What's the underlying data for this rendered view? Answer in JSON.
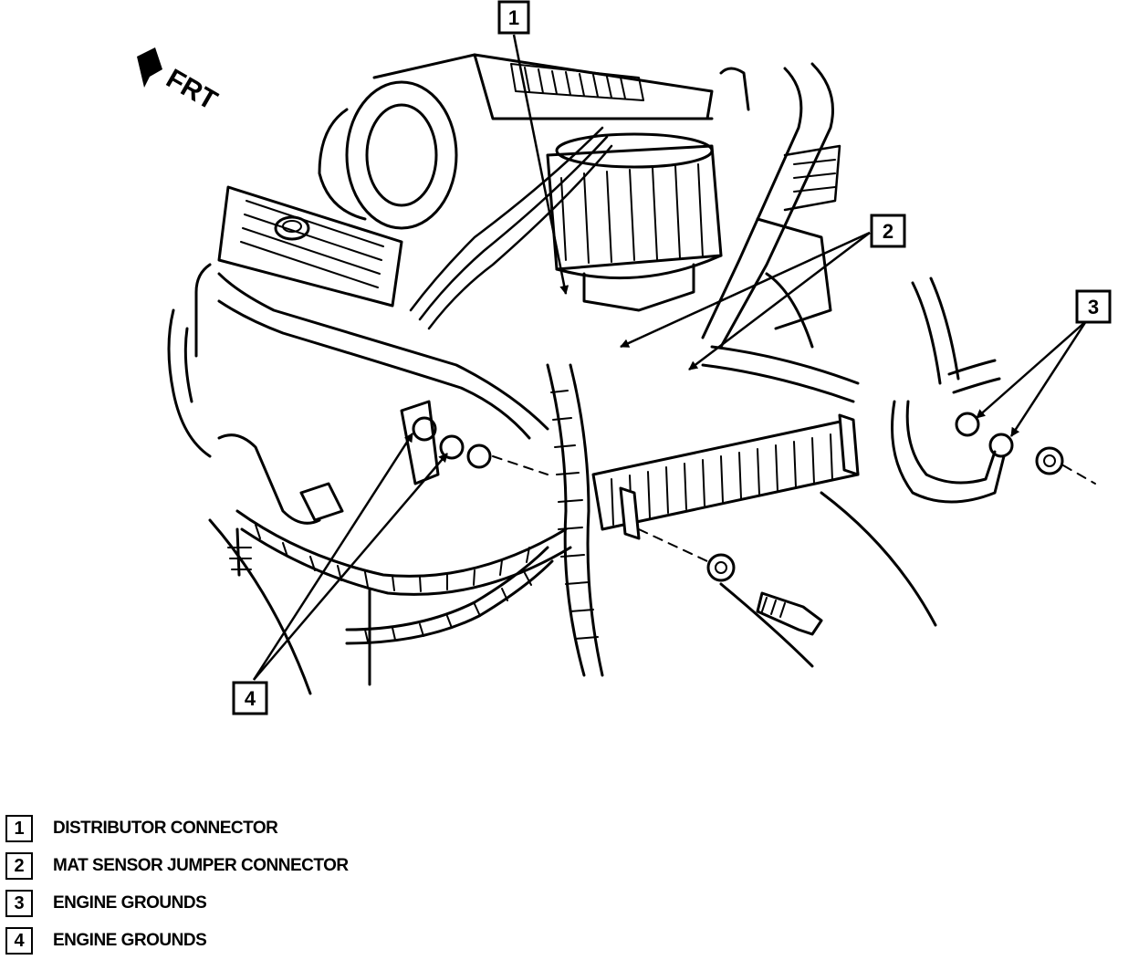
{
  "frt_label": "FRT",
  "callouts": [
    {
      "id": "1"
    },
    {
      "id": "2"
    },
    {
      "id": "3"
    },
    {
      "id": "4"
    }
  ],
  "legend": [
    {
      "num": "1",
      "label": "DISTRIBUTOR CONNECTOR"
    },
    {
      "num": "2",
      "label": "MAT SENSOR JUMPER CONNECTOR"
    },
    {
      "num": "3",
      "label": "ENGINE GROUNDS"
    },
    {
      "num": "4",
      "label": "ENGINE GROUNDS"
    }
  ]
}
